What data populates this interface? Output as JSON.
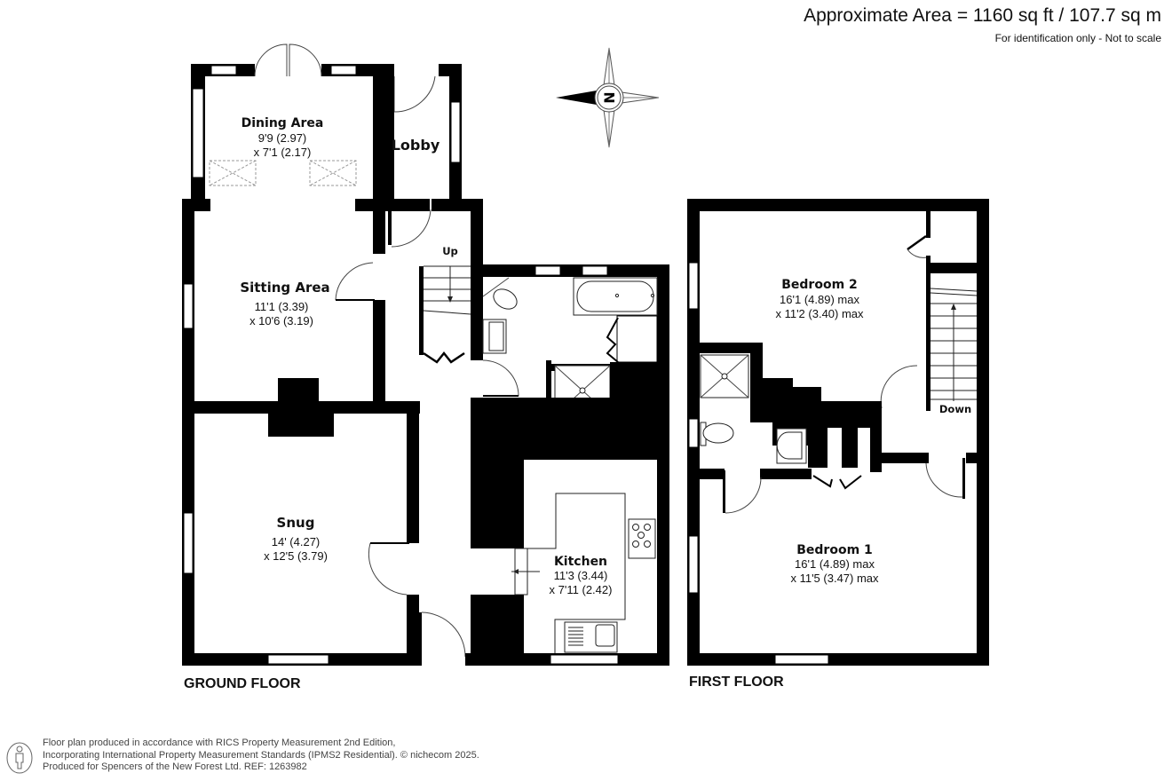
{
  "header": {
    "approximate_area": "Approximate Area = 1160 sq ft / 107.7 sq m",
    "disclaimer": "For identification only - Not to scale"
  },
  "compass": {
    "label": "N",
    "icon": "compass-rose-icon"
  },
  "floors": [
    {
      "label": "GROUND FLOOR",
      "rooms": [
        {
          "name": "Dining Area",
          "dim1": "9'9 (2.97)",
          "dim2": "x 7'1 (2.17)"
        },
        {
          "name": "Lobby"
        },
        {
          "name": "Sitting Area",
          "dim1": "11'1 (3.39)",
          "dim2": "x 10'6 (3.19)"
        },
        {
          "name": "Snug",
          "dim1": "14' (4.27)",
          "dim2": "x 12'5 (3.79)"
        },
        {
          "name": "Kitchen",
          "dim1": "11'3 (3.44)",
          "dim2": "x 7'11 (2.42)"
        }
      ],
      "stairs_label": "Up"
    },
    {
      "label": "FIRST FLOOR",
      "rooms": [
        {
          "name": "Bedroom 2",
          "dim1": "16'1 (4.89) max",
          "dim2": "x 11'2 (3.40) max"
        },
        {
          "name": "Bedroom 1",
          "dim1": "16'1 (4.89) max",
          "dim2": "x 11'5 (3.47) max"
        }
      ],
      "stairs_label": "Down"
    }
  ],
  "footer": {
    "line1": "Floor plan produced in accordance with RICS Property Measurement 2nd Edition,",
    "line2": "Incorporating International Property Measurement Standards (IPMS2 Residential).   © nichecom 2025.",
    "line3": "Produced for Spencers of the New Forest Ltd.   REF:  1263982",
    "icon": "person-info-icon"
  },
  "colors": {
    "wall": "#000000",
    "background": "#ffffff",
    "fixture_line": "#333333",
    "text": "#111111"
  }
}
